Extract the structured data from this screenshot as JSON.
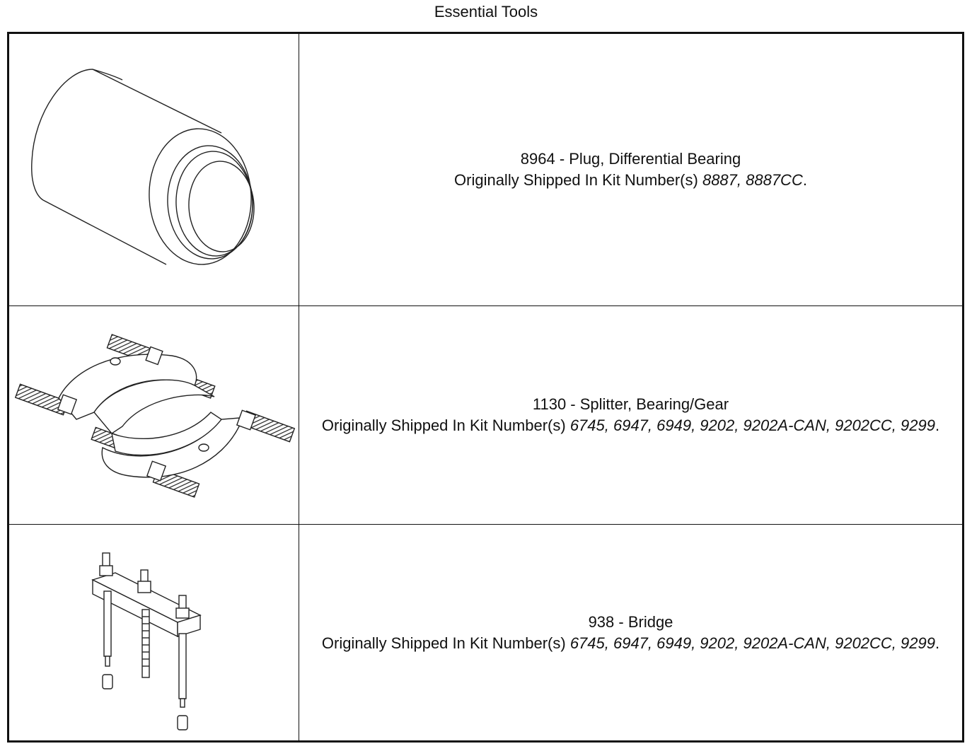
{
  "page_title": "Essential Tools",
  "kit_prefix": "Originally Shipped In Kit Number(s)",
  "tools": [
    {
      "name": "8964 - Plug, Differential Bearing",
      "kits": "8887, 8887CC",
      "illustration": "differential-bearing-plug-illustration"
    },
    {
      "name": "1130 - Splitter, Bearing/Gear",
      "kits": "6745, 6947, 6949, 9202, 9202A-CAN, 9202CC, 9299",
      "illustration": "bearing-splitter-illustration"
    },
    {
      "name": "938 - Bridge",
      "kits": "6745, 6947, 6949, 9202, 9202A-CAN, 9202CC, 9299",
      "illustration": "bridge-puller-illustration"
    }
  ]
}
